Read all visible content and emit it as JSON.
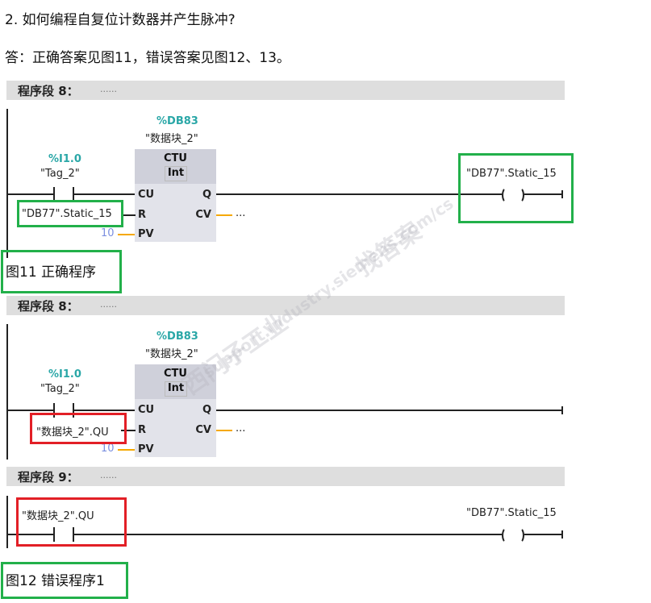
{
  "question": "2. 如何编程自复位计数器并产生脉冲?",
  "answer": "答：正确答案见图11，错误答案见图12、13。",
  "networks": [
    {
      "title": "程序段 8：",
      "comment": "......",
      "db_addr": "%DB83",
      "db_name": "\"数据块_2\"",
      "block": "CTU",
      "type": "Int",
      "contact_addr": "%I1.0",
      "contact_name": "\"Tag_2\"",
      "reset": "\"DB77\".Static_15",
      "pv": "10",
      "cv": "...",
      "pins": {
        "cu": "CU",
        "r": "R",
        "pv": "PV",
        "q": "Q",
        "cv": "CV"
      },
      "coil": "\"DB77\".Static_15"
    },
    {
      "title": "程序段 8：",
      "comment": "......",
      "db_addr": "%DB83",
      "db_name": "\"数据块_2\"",
      "block": "CTU",
      "type": "Int",
      "contact_addr": "%I1.0",
      "contact_name": "\"Tag_2\"",
      "reset": "\"数据块_2\".QU",
      "pv": "10",
      "cv": "...",
      "pins": {
        "cu": "CU",
        "r": "R",
        "pv": "PV",
        "q": "Q",
        "cv": "CV"
      }
    },
    {
      "title": "程序段 9：",
      "comment": "......",
      "contact_name": "\"数据块_2\".QU",
      "coil": "\"DB77\".Static_15"
    }
  ],
  "captions": [
    "图11 正确程序",
    "图12 错误程序1"
  ],
  "watermark": [
    "西门子工业",
    "找答案",
    "support.industry.siemens.com/cs"
  ]
}
